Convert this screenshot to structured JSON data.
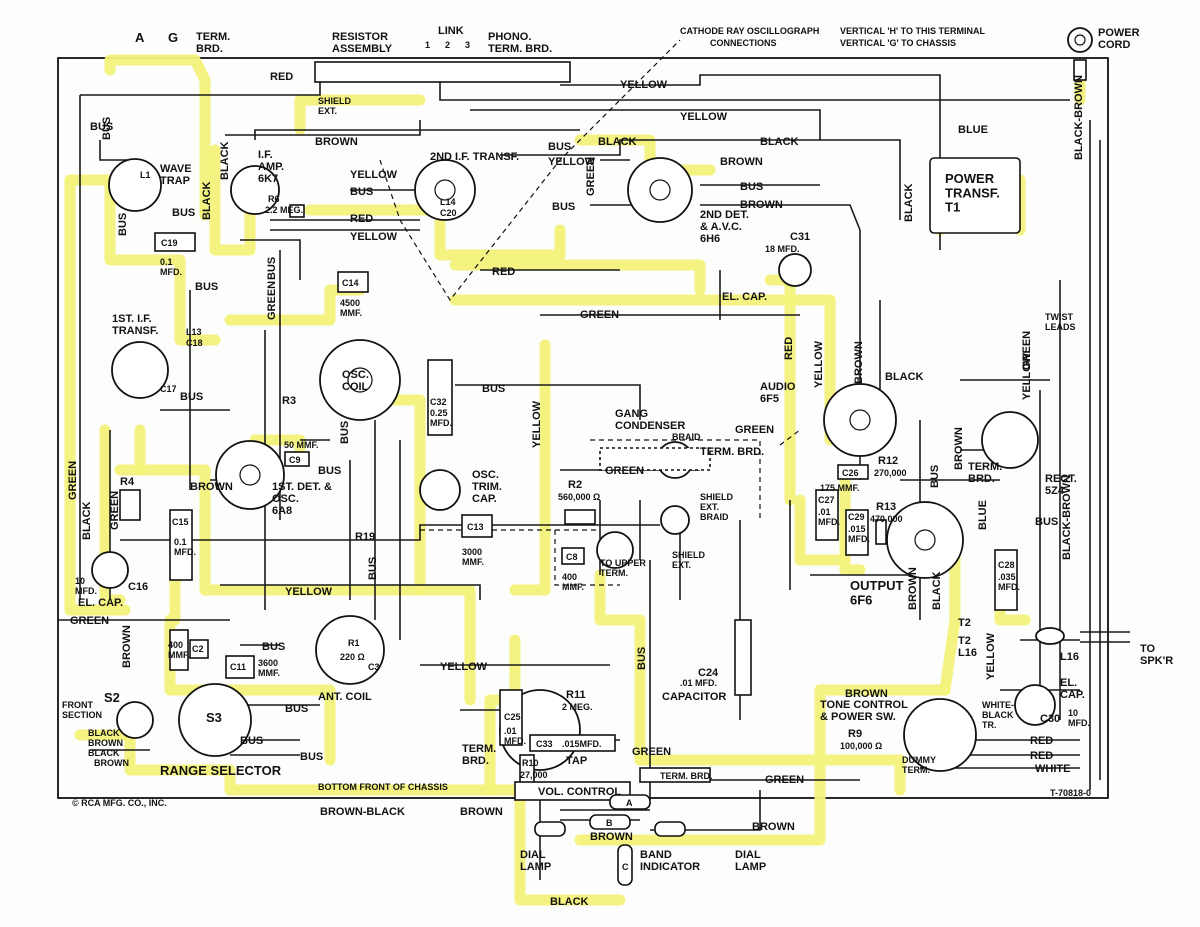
{
  "diagram": {
    "header": {
      "terminals": {
        "a": "A",
        "g": "G",
        "term_brd": "TERM.\nBRD."
      },
      "resistor_assembly": "RESISTOR\nASSEMBLY",
      "link": "LINK",
      "link_numbers": [
        "1",
        "2",
        "3"
      ],
      "phono_term_brd": "PHONO.\nTERM. BRD.",
      "oscillograph_note": "CATHODE RAY OSCILLOGRAPH",
      "connections": "CONNECTIONS",
      "vertical_h": "VERTICAL 'H' TO THIS TERMINAL",
      "vertical_g": "VERTICAL 'G' TO CHASSIS",
      "power_cord": "POWER\nCORD"
    },
    "components": {
      "wave_trap": "WAVE\nTRAP",
      "l1": "L1",
      "if_amp": "I.F.\nAMP.\n6K7",
      "r6": "R6",
      "r6_value": "2.2 MEG.",
      "second_if_transf": "2ND I.F. TRANSF.",
      "l14": "L14",
      "c20": "C20",
      "second_det": "2ND DET.\n& A.V.C.\n6H6",
      "power_transf": "POWER\nTRANSF.\nT1",
      "c31": "C31",
      "c31_value": "18 MFD.",
      "el_cap_top": "EL. CAP.",
      "c19": "C19",
      "c19_value": "0.1\nMFD.",
      "first_if_transf": "1ST. I.F.\nTRANSF.",
      "l13": "L13",
      "c18": "C18",
      "c17": "C17",
      "c14": "C14",
      "c14_value": "4500\nMMF.",
      "osc_coil": "OSC.\nCOIL",
      "r3": "R3",
      "c9_value": "50 MMF.",
      "c9": "C9",
      "first_det_osc": "1ST. DET. &\nOSC.\n6A8",
      "r4": "R4",
      "c15": "C15",
      "c15_value": "0.1\nMFD.",
      "c16": "C16",
      "c16_value": "10\nMFD.",
      "el_cap_left": "EL. CAP.",
      "c32": "C32",
      "c32_value": "0.25\nMFD.",
      "osc_trim_cap": "OSC.\nTRIM.\nCAP.",
      "c13": "C13",
      "c13_value": "3000\nMMF.",
      "gang_condenser": "GANG\nCONDENSER",
      "braid": "BRAID",
      "term_brd_mid": "TERM. BRD.",
      "shield_ext_braid": "SHIELD\nEXT.\nBRAID",
      "r2": "R2",
      "r2_value": "560,000 Ω",
      "c8": "C8",
      "c8_value": "400\nMMF.",
      "to_upper_term": "TO UPPER\nTERM.",
      "shield_ext": "SHIELD\nEXT.",
      "r19": "R19",
      "audio_6f5": "AUDIO\n6F5",
      "c26": "C26",
      "c26_value": "175 MMF.",
      "r12": "R12",
      "r12_value": "270,000",
      "c27": "C27",
      "c27_value": ".01\nMFD.",
      "r13": "R13",
      "r13_value": "470,000",
      "c29": "C29",
      "c29_value": ".015\nMFD.",
      "output_6f6": "OUTPUT\n6F6",
      "term_brd_right": "TERM.\nBRD.",
      "rect_5z4": "RECT.\n5Z4",
      "c28": "C28",
      "c28_value": ".035\nMFD.",
      "t2": "T2",
      "l16": "L16",
      "t2_l16": "T2\nL16",
      "el_cap_right": "EL.\nCAP.",
      "c30": "C30",
      "c30_value": "10\nMFD.",
      "to_spkr": "TO\nSPK'R",
      "c24": "C24",
      "c24_value": ".01 MFD.",
      "capacitor": "CAPACITOR",
      "ant_coil": "ANT. COIL",
      "r1": "R1",
      "r1_value": "220 Ω",
      "c3": "C3",
      "c11": "C11",
      "c11_value": "3600\nMMF.",
      "c2": "C2",
      "c2_value": "400\nMMF.",
      "s2": "S2",
      "front_section": "FRONT\nSECTION",
      "s3": "S3",
      "range_selector": "RANGE SELECTOR",
      "r11": "R11",
      "r11_value": "2 MEG.",
      "c25": "C25",
      "c25_value": ".01\nMFD.",
      "c33": "C33",
      "c33_value": ".015MFD.",
      "term_brd_low": "TERM.\nBRD.",
      "r10": "R10",
      "r10_value": "27,000",
      "tap": "TAP",
      "vol_control": "VOL. CONTROL",
      "term_brd_bottom": "TERM. BRD.",
      "tone_control": "TONE CONTROL\n& POWER SW.",
      "r9": "R9",
      "r9_value": "100,000 Ω",
      "dummy_term": "DUMMY\nTERM.",
      "white_black_tr": "WHITE-\nBLACK\nTR.",
      "bottom_front": "BOTTOM FRONT OF CHASSIS",
      "dial_lamp_left": "DIAL\nLAMP",
      "band_indicator": "BAND\nINDICATOR",
      "dial_lamp_right": "DIAL\nLAMP",
      "lamp_a": "A",
      "lamp_b": "B",
      "lamp_c": "C",
      "twist_leads": "TWIST\nLEADS"
    },
    "wire_labels": {
      "red": "RED",
      "bus": "BUS",
      "brown": "BROWN",
      "black": "BLACK",
      "yellow": "YELLOW",
      "green": "GREEN",
      "blue": "BLUE",
      "white": "WHITE",
      "brown_black": "BROWN-BLACK",
      "shield_ext": "SHIELD\nEXT.",
      "black_brown": "BLACK-BROWN"
    },
    "footer": {
      "copyright": "© RCA MFG. CO., INC.",
      "drawing_number": "T-70818-0"
    }
  }
}
